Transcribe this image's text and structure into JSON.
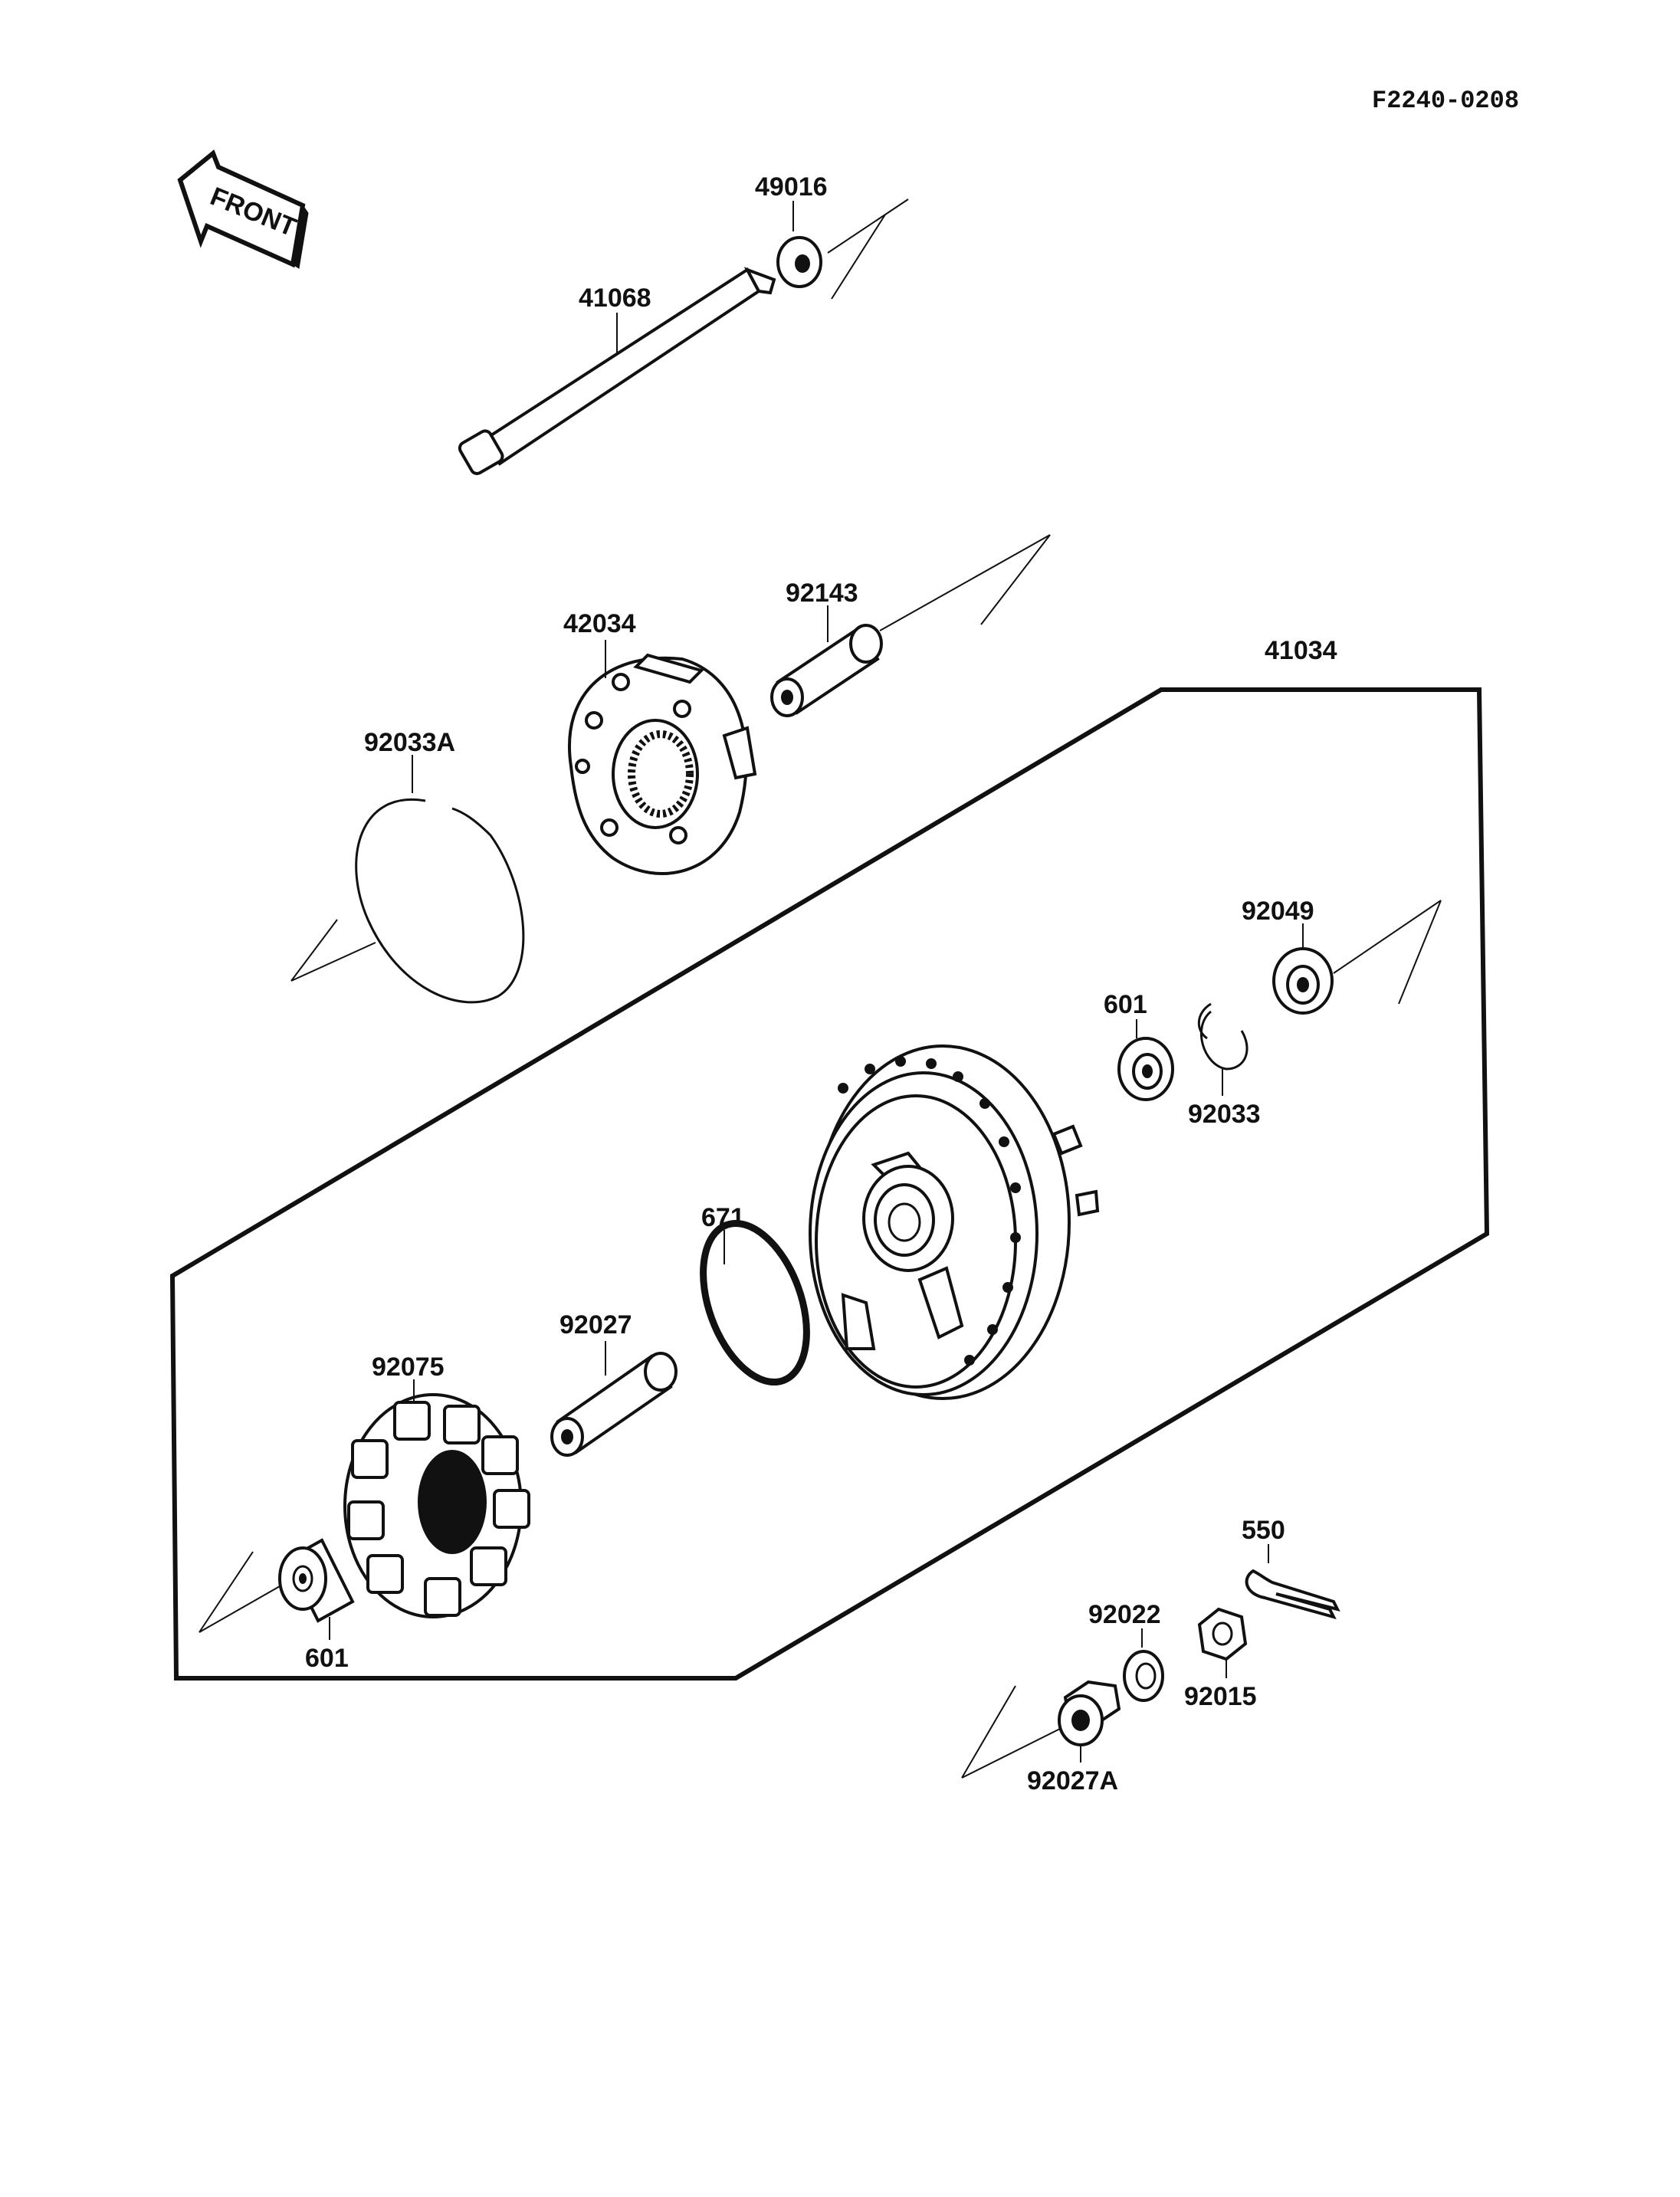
{
  "drawing_code": "F2240-0208",
  "front_label": "FRONT",
  "parts": [
    {
      "id": "49016"
    },
    {
      "id": "41068"
    },
    {
      "id": "42034"
    },
    {
      "id": "92143"
    },
    {
      "id": "41034"
    },
    {
      "id": "92033A"
    },
    {
      "id": "92049"
    },
    {
      "id": "601"
    },
    {
      "id": "92033"
    },
    {
      "id": "671"
    },
    {
      "id": "92027"
    },
    {
      "id": "92075"
    },
    {
      "id": "601"
    },
    {
      "id": "550"
    },
    {
      "id": "92022"
    },
    {
      "id": "92015"
    },
    {
      "id": "92027A"
    }
  ]
}
